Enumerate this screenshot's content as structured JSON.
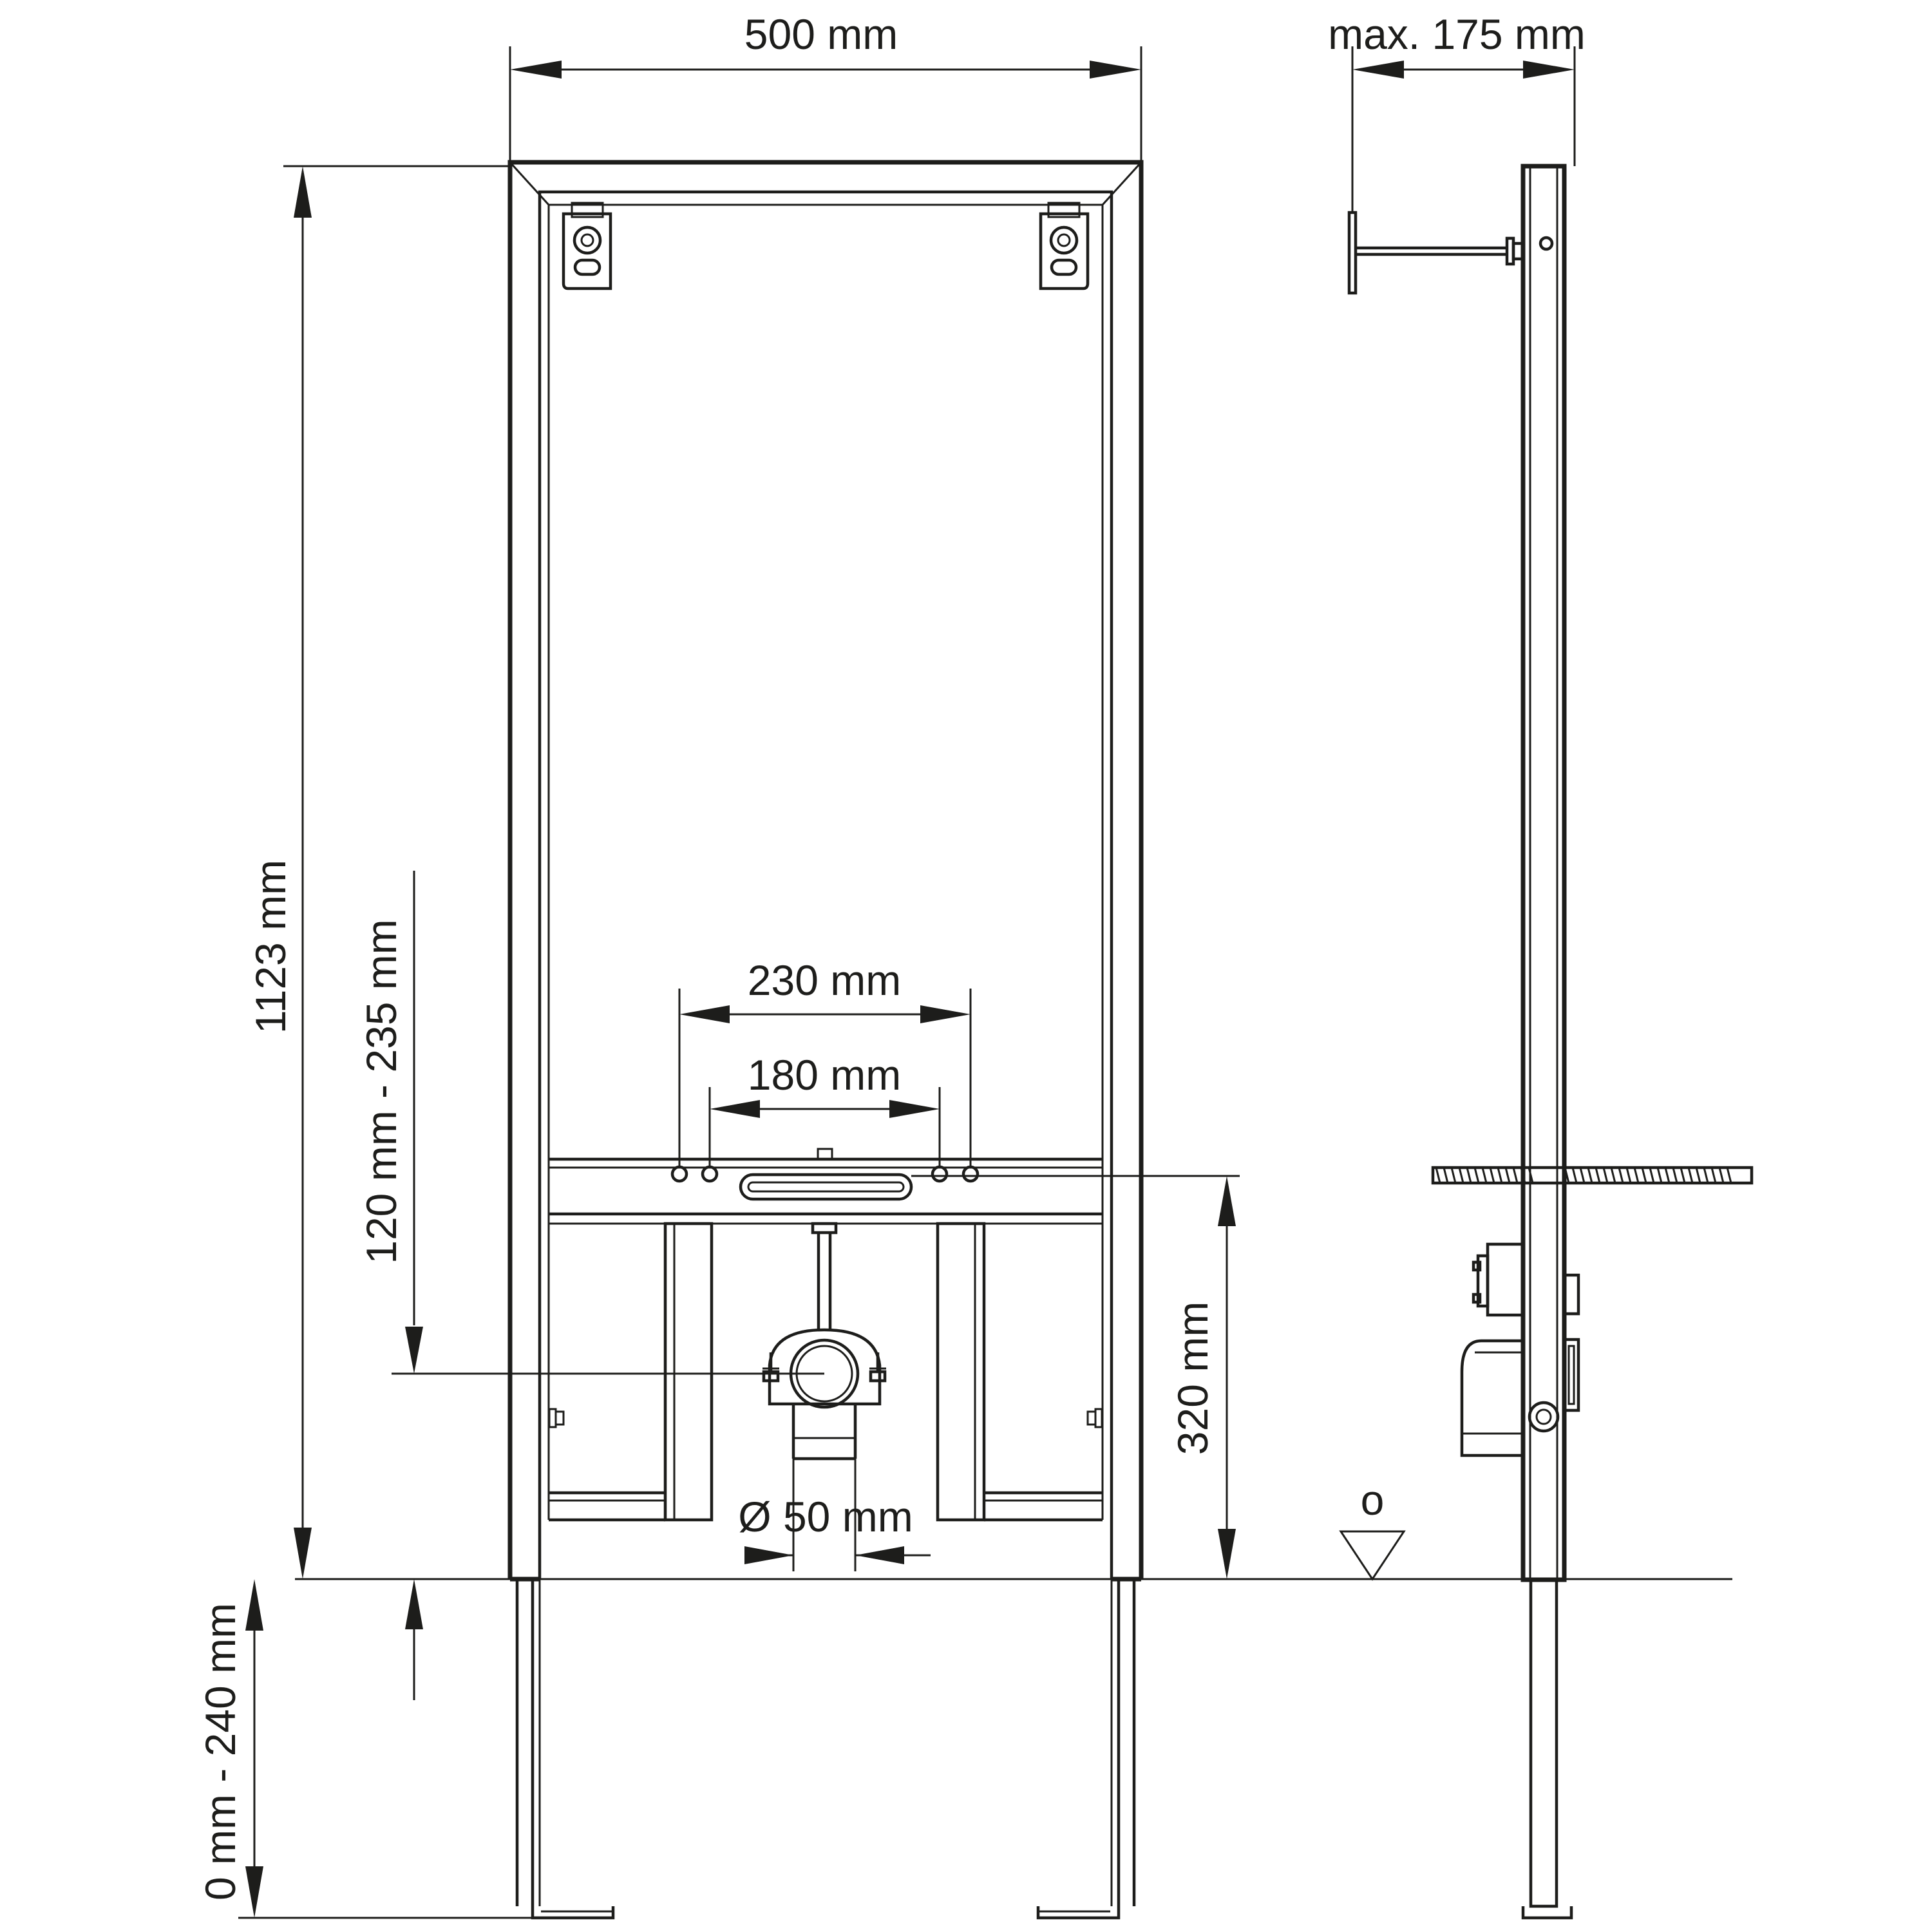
{
  "dimensions": {
    "width_total": "500 mm",
    "depth_max": "max. 175 mm",
    "height_total": "1123 mm",
    "drain_height_range": "120 mm - 235 mm",
    "hole_spacing_outer": "230 mm",
    "hole_spacing_inner": "180 mm",
    "crossbar_height": "320 mm",
    "pipe_diameter": "Ø 50 mm",
    "leg_extension": "0 mm - 240 mm",
    "floor_symbol_label": "o"
  }
}
